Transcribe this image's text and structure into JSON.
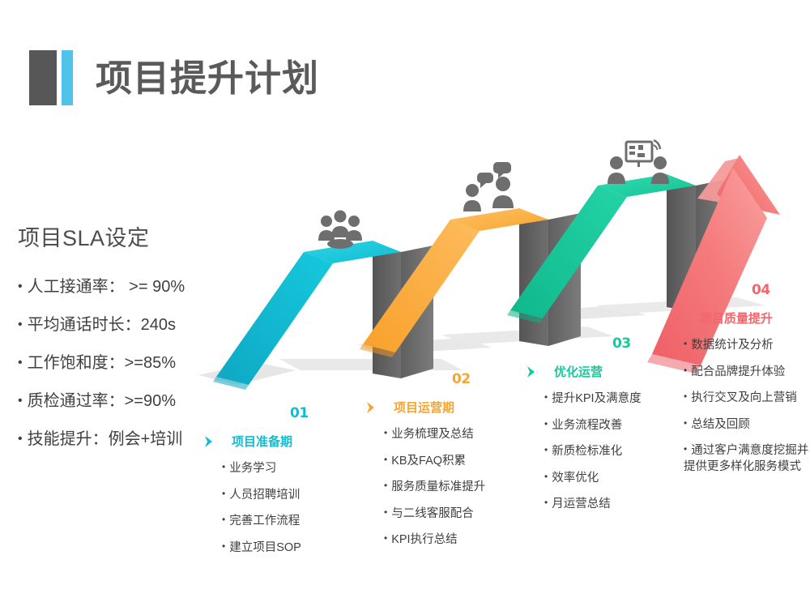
{
  "slide": {
    "title": "项目提升计划",
    "accent_dark": "#575757",
    "accent_blue": "#4FC3E8"
  },
  "sla_panel": {
    "heading": "项目SLA设定",
    "items": [
      "人工接通率： >= 90%",
      "平均通话时长：240s",
      "工作饱和度：>=85%",
      "质检通过率：>=90%",
      "技能提升：例会+培训"
    ]
  },
  "stages": [
    {
      "number": "01",
      "label": "项目准备期",
      "color": "#11BDD3",
      "icon": "team-meeting-icon",
      "items": [
        "业务学习",
        "人员招聘培训",
        "完善工作流程",
        "建立项目SOP"
      ]
    },
    {
      "number": "02",
      "label": "项目运营期",
      "color": "#F6A531",
      "icon": "conversation-icon",
      "items": [
        "业务梳理及总结",
        "KB及FAQ积累",
        "服务质量标准提升",
        "与二线客服配合",
        "KPI执行总结"
      ]
    },
    {
      "number": "03",
      "label": "优化运营",
      "color": "#18C99C",
      "icon": "presentation-training-icon",
      "items": [
        "提升KPI及满意度",
        "业务流程改善",
        "新质检标准化",
        "效率优化",
        "月运营总结"
      ]
    },
    {
      "number": "04",
      "label": "项目质量提升",
      "color": "#F2666C",
      "icon": "up-arrow-icon",
      "items": [
        "数据统计及分析",
        "配合品牌提升体验",
        "执行交叉及向上营销",
        "总结及回顾",
        "通过客户满意度挖掘并提供更多样化服务模式"
      ]
    }
  ],
  "graphic": {
    "ramp_side_gray": "#6E6E6E",
    "ground_shadow": "#E3E3E3",
    "figure_gray": "#6E6E6E"
  }
}
